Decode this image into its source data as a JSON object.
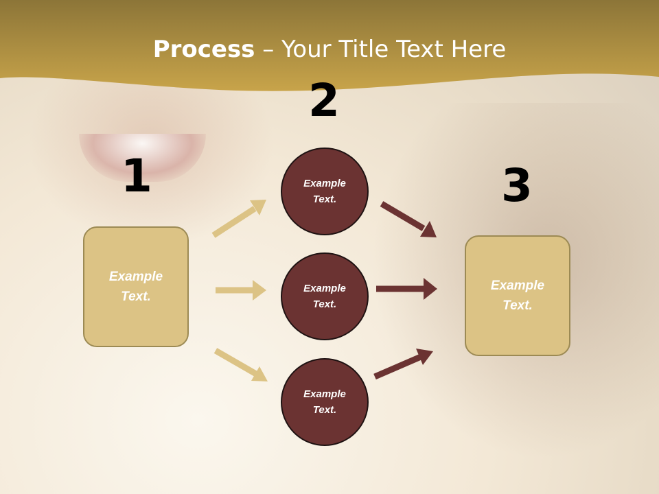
{
  "slide": {
    "title_bold": "Process",
    "title_rest": " – Your Title Text Here",
    "numbers": [
      "1",
      "2",
      "3"
    ],
    "left_box_text": "Example\nText.",
    "right_box_text": "Example\nText.",
    "circles": [
      "Example\nText.",
      "Example\nText.",
      "Example\nText."
    ]
  },
  "colors": {
    "header_band": "#c2a04e",
    "box_fill": "#dcc385",
    "circle_fill": "#6b3332",
    "gold_arrow": "#dcc385",
    "maroon_arrow": "#6b3332"
  }
}
